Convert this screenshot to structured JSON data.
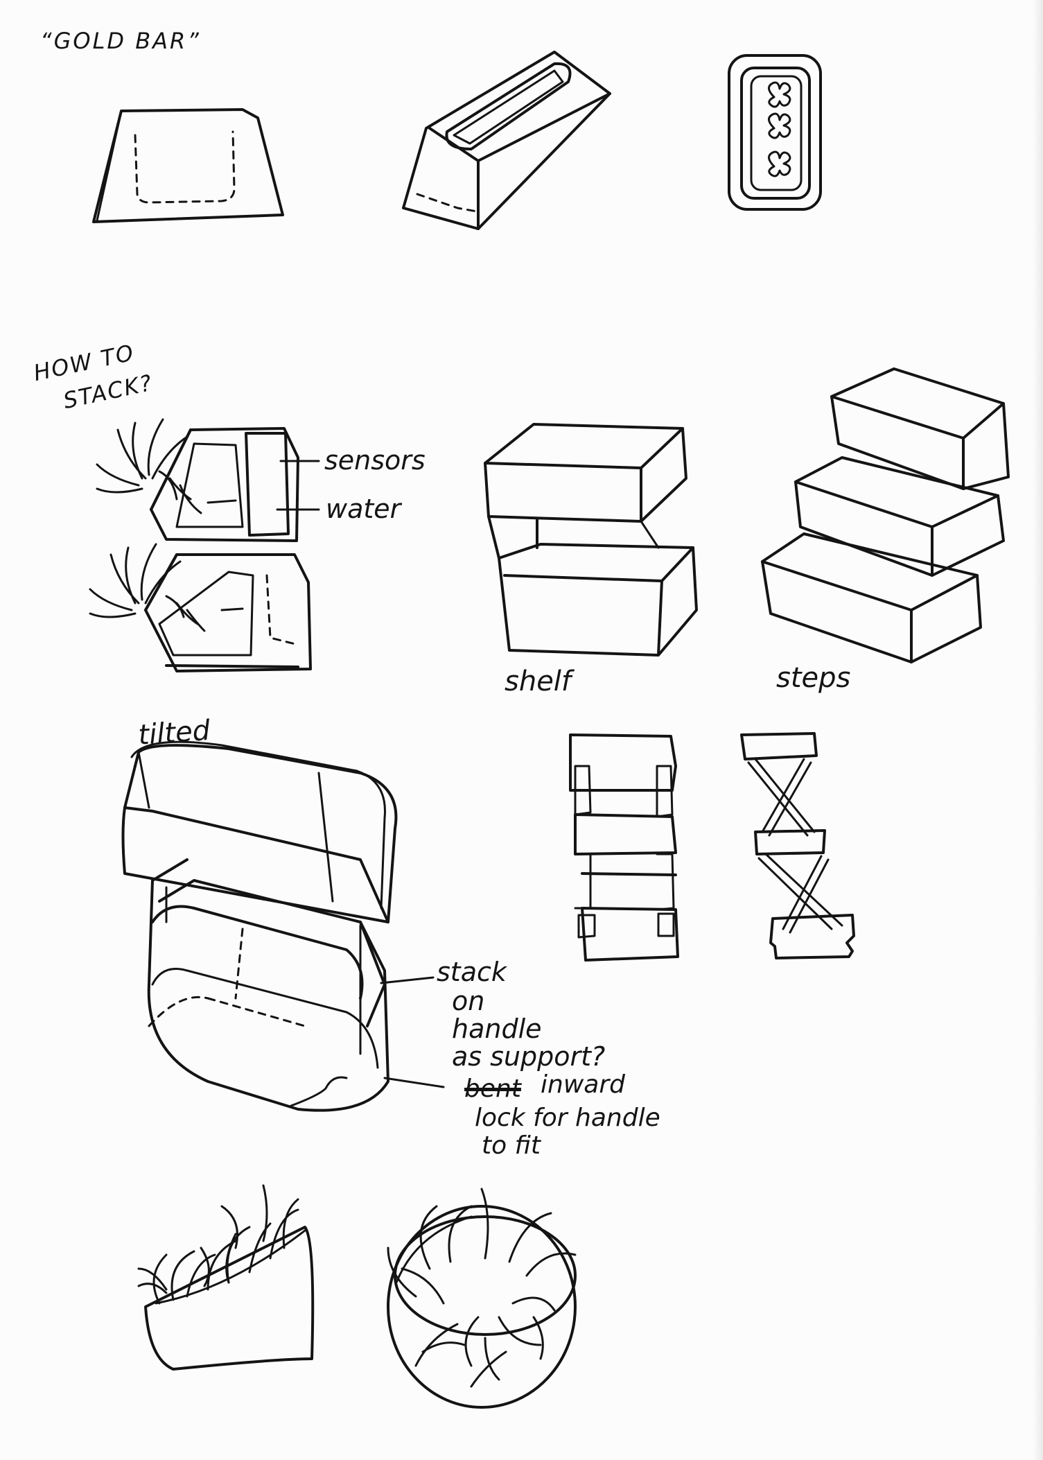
{
  "labels": {
    "gold_bar": "“GOLD BAR”",
    "how_to_stack": [
      "HOW TO",
      "STACK?"
    ],
    "sensors": "sensors",
    "water": "water",
    "shelf": "shelf",
    "steps": "steps",
    "tilted": "tilted",
    "stack_note": [
      "stack",
      "on",
      "handle",
      "as support?"
    ],
    "inward_note": {
      "struck": "bent",
      "lines": [
        "inward",
        "lock for handle",
        "to fit"
      ]
    }
  }
}
